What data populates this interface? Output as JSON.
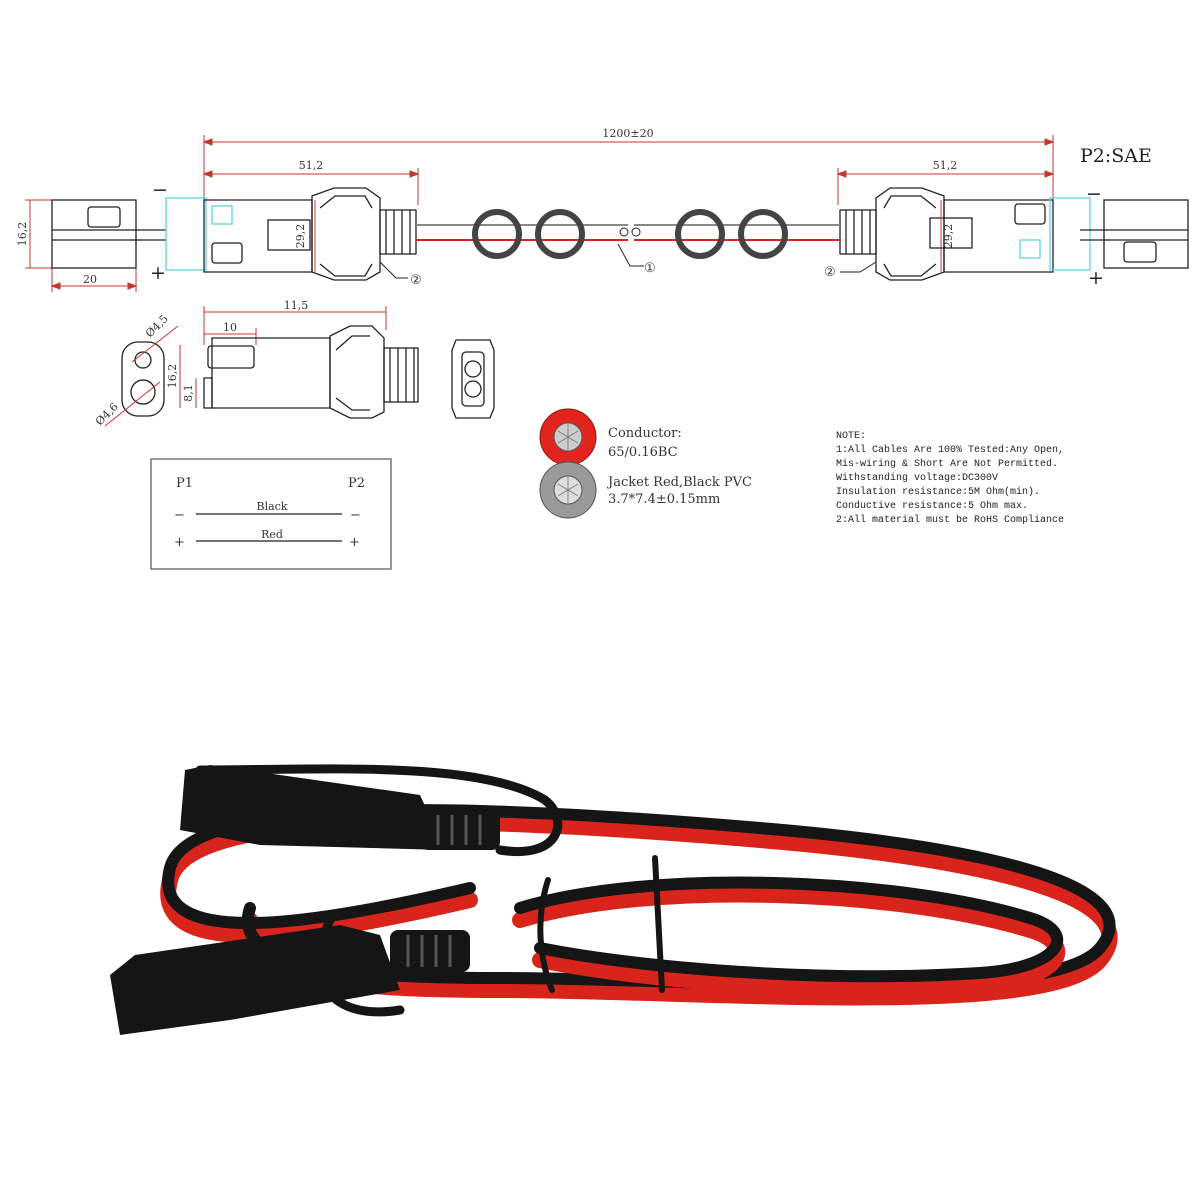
{
  "drawing": {
    "overall_length": "1200±20",
    "connector_label": "P2:SAE",
    "boot_length": "51,2",
    "boot_height": "29,2",
    "boot_height_right": "29,2",
    "connector_height": "16,2",
    "plug_length": "20",
    "callout_1": "①",
    "callout_2": "②",
    "minus": "−",
    "plus": "+"
  },
  "detail": {
    "dim_11_5": "11,5",
    "dim_10": "10",
    "dim_4_5": "Ø4,5",
    "dim_4_6": "Ø4,6",
    "dim_16_2": "16,2",
    "dim_8_1": "8,1"
  },
  "cable": {
    "conductor_title": "Conductor:",
    "conductor_value": "65/0.16BC",
    "jacket_title": "Jacket Red,Black PVC",
    "jacket_value": "3.7*7.4±0.15mm",
    "red_color": "#e1241d",
    "gray_color": "#9a9a9a"
  },
  "wiring": {
    "p1": "P1",
    "p2": "P2",
    "minus": "−",
    "plus": "+",
    "black_label": "Black",
    "red_label": "Red"
  },
  "notes": [
    "NOTE:",
    "1:All Cables Are 100% Tested:Any Open,",
    "Mis-wiring & Short Are Not Permitted.",
    " Withstanding voltage:DC300V",
    " Insulation resistance:5M Ohm(min).",
    " Conductive resistance:5 Ohm max.",
    "2:All material must be RoHS Compliance"
  ],
  "colors": {
    "red_wire": "#d9241c",
    "black_wire": "#151515",
    "dim_line": "#c0392b",
    "cyan": "#5fd3e0"
  }
}
